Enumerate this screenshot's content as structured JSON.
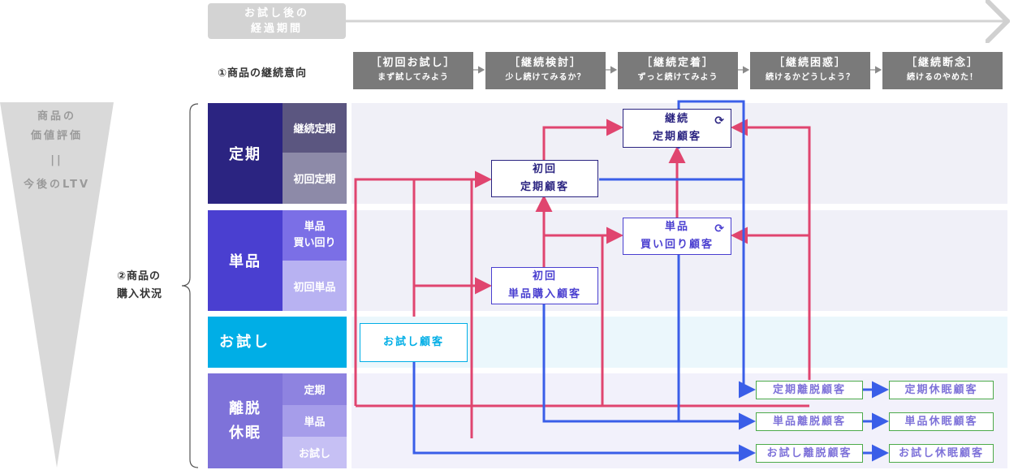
{
  "elapsed": {
    "line1": "お試し後の",
    "line2": "経過期間"
  },
  "intent": {
    "label": "①商品の継続意向",
    "phases": [
      {
        "title": "［初回お試し］",
        "sub": "まず試してみよう"
      },
      {
        "title": "［継続検討］",
        "sub": "少し続けてみるか？"
      },
      {
        "title": "［継続定着］",
        "sub": "ずっと続けてみよう"
      },
      {
        "title": "［継続困惑］",
        "sub": "続けるかどうしよう？"
      },
      {
        "title": "［継続断念］",
        "sub": "続けるのやめた！"
      }
    ]
  },
  "value": {
    "line1": "商品の",
    "line2": "価値評価",
    "eq": "||",
    "line3": "今後のLTV"
  },
  "purchase": {
    "line1": "②商品の",
    "line2": "購入状況"
  },
  "categories": {
    "teiki": {
      "label": "定期",
      "sub1": "継続定期",
      "sub2": "初回定期"
    },
    "tanpin": {
      "label": "単品",
      "sub1a": "単品",
      "sub1b": "買い回り",
      "sub2": "初回単品"
    },
    "otameshi": {
      "label": "お試し"
    },
    "ridatsu": {
      "label1": "離脱",
      "label2": "休眠",
      "sub1": "定期",
      "sub2": "単品",
      "sub3": "お試し"
    }
  },
  "nodes": {
    "keizoku_teiki": {
      "line1": "継続",
      "line2": "定期顧客"
    },
    "shokai_teiki": {
      "line1": "初回",
      "line2": "定期顧客"
    },
    "tanpin_kaimawari": {
      "line1": "単品",
      "line2": "買い回り顧客"
    },
    "shokai_tanpin": {
      "line1": "初回",
      "line2": "単品購入顧客"
    },
    "otameshi": {
      "line1": "お試し顧客"
    },
    "teiki_ridatsu": "定期離脱顧客",
    "tanpin_ridatsu": "単品離脱顧客",
    "otameshi_ridatsu": "お試し離脱顧客",
    "teiki_kyumin": "定期休眠顧客",
    "tanpin_kyumin": "単品休眠顧客",
    "otameshi_kyumin": "お試し休眠顧客"
  },
  "colors": {
    "teiki": "#2b2481",
    "teiki_sub1": "#5b5680",
    "teiki_sub2": "#8d8aa8",
    "tanpin": "#4a3fd0",
    "tanpin_sub1": "#7b6fe6",
    "tanpin_sub2": "#b8b2f2",
    "otameshi": "#00aee6",
    "ridatsu": "#7e72d9",
    "ridatsu_sub1": "#8e83e0",
    "ridatsu_sub2": "#a69dea",
    "ridatsu_sub3": "#c6c0f4",
    "pink": "#e0456f",
    "blue": "#3a5ee8",
    "green": "#4caa4a",
    "phase": "#7a7a7a"
  }
}
